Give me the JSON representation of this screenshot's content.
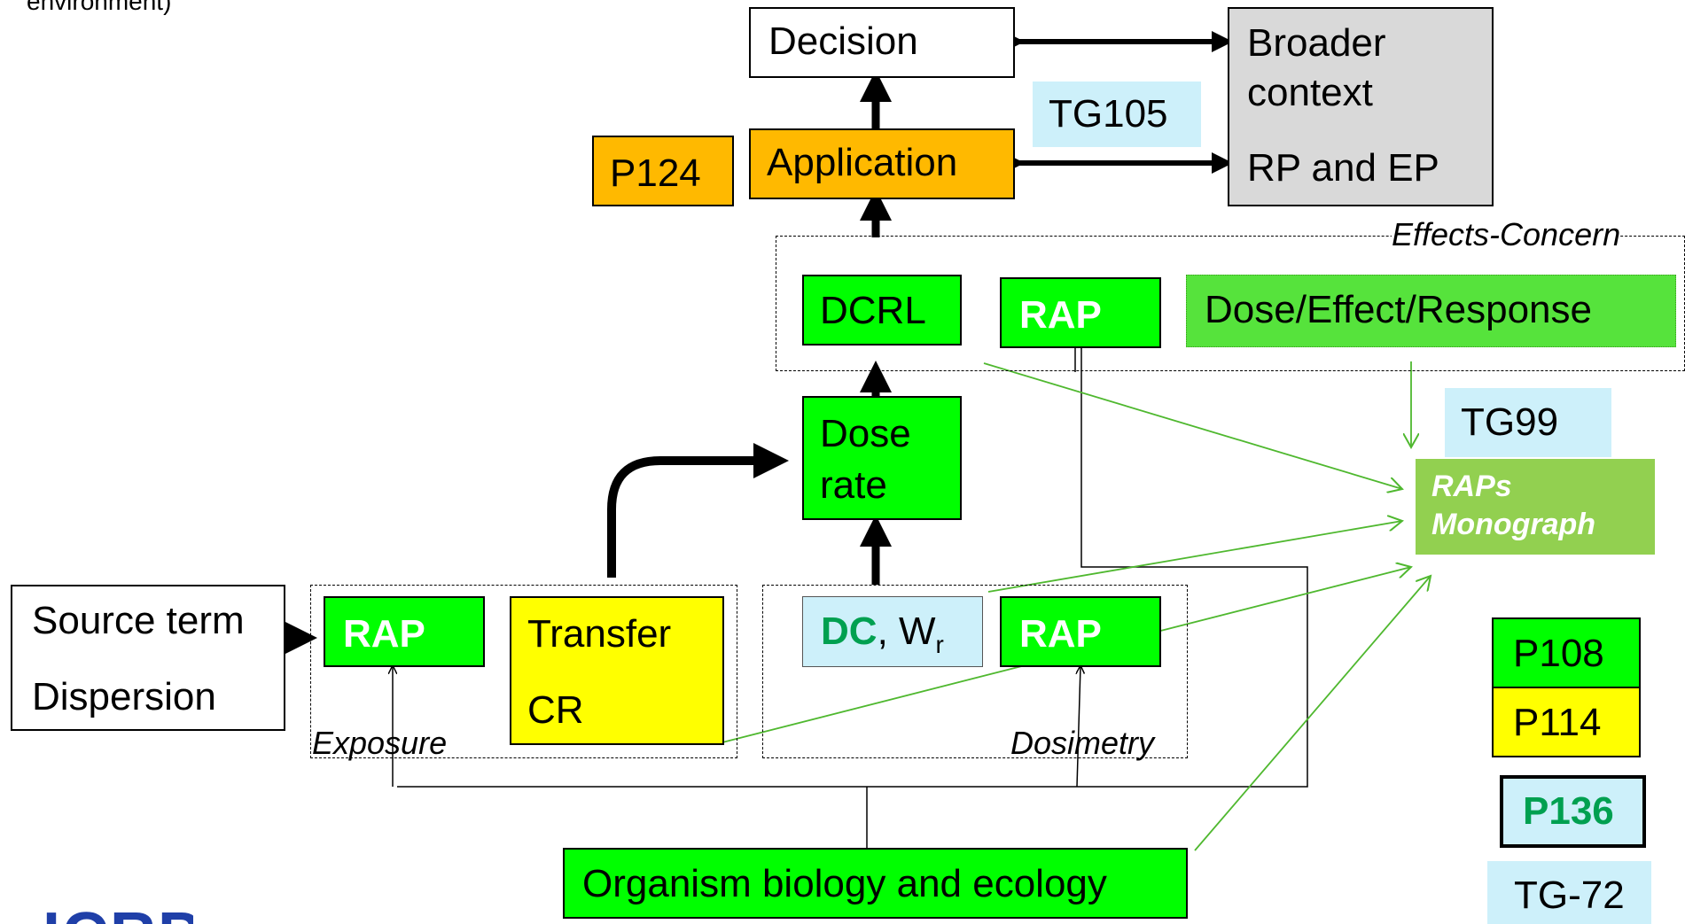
{
  "top_text": "environment)",
  "nodes": {
    "decision": "Decision",
    "broader_context_line1": "Broader",
    "broader_context_line2": "context",
    "rp_ep": "RP and EP",
    "tg105": "TG105",
    "p124": "P124",
    "application": "Application",
    "effects_concern": "Effects-Concern",
    "dcrl": "DCRL",
    "rap_effects": "RAP",
    "dose_effect_response": "Dose/Effect/Response",
    "tg99": "TG99",
    "raps_monograph_line1": "RAPs",
    "raps_monograph_line2": "Monograph",
    "dose_rate_line1": "Dose",
    "dose_rate_line2": "rate",
    "source_term": "Source term",
    "dispersion": "Dispersion",
    "rap_exposure": "RAP",
    "transfer": "Transfer",
    "cr": "CR",
    "exposure": "Exposure",
    "dc": "DC",
    "wr_sep": ", W",
    "wr_sub": "r",
    "rap_dosimetry": "RAP",
    "dosimetry": "Dosimetry",
    "organism": "Organism biology and ecology"
  },
  "legend": {
    "p108": "P108",
    "p114": "P114",
    "p136": "P136",
    "tg72": "TG-72"
  },
  "logo_text": "ICRP",
  "colors": {
    "green": "#00ff00",
    "orange": "#ffb900",
    "yellow": "#ffff00",
    "grey": "#d9d9d9",
    "light_blue": "#cdf0fa",
    "olive_green": "#92d050",
    "thin_arrow_green": "#4fb82f",
    "dc_text_green": "#00a050",
    "logo_blue": "#1f3fa8"
  }
}
